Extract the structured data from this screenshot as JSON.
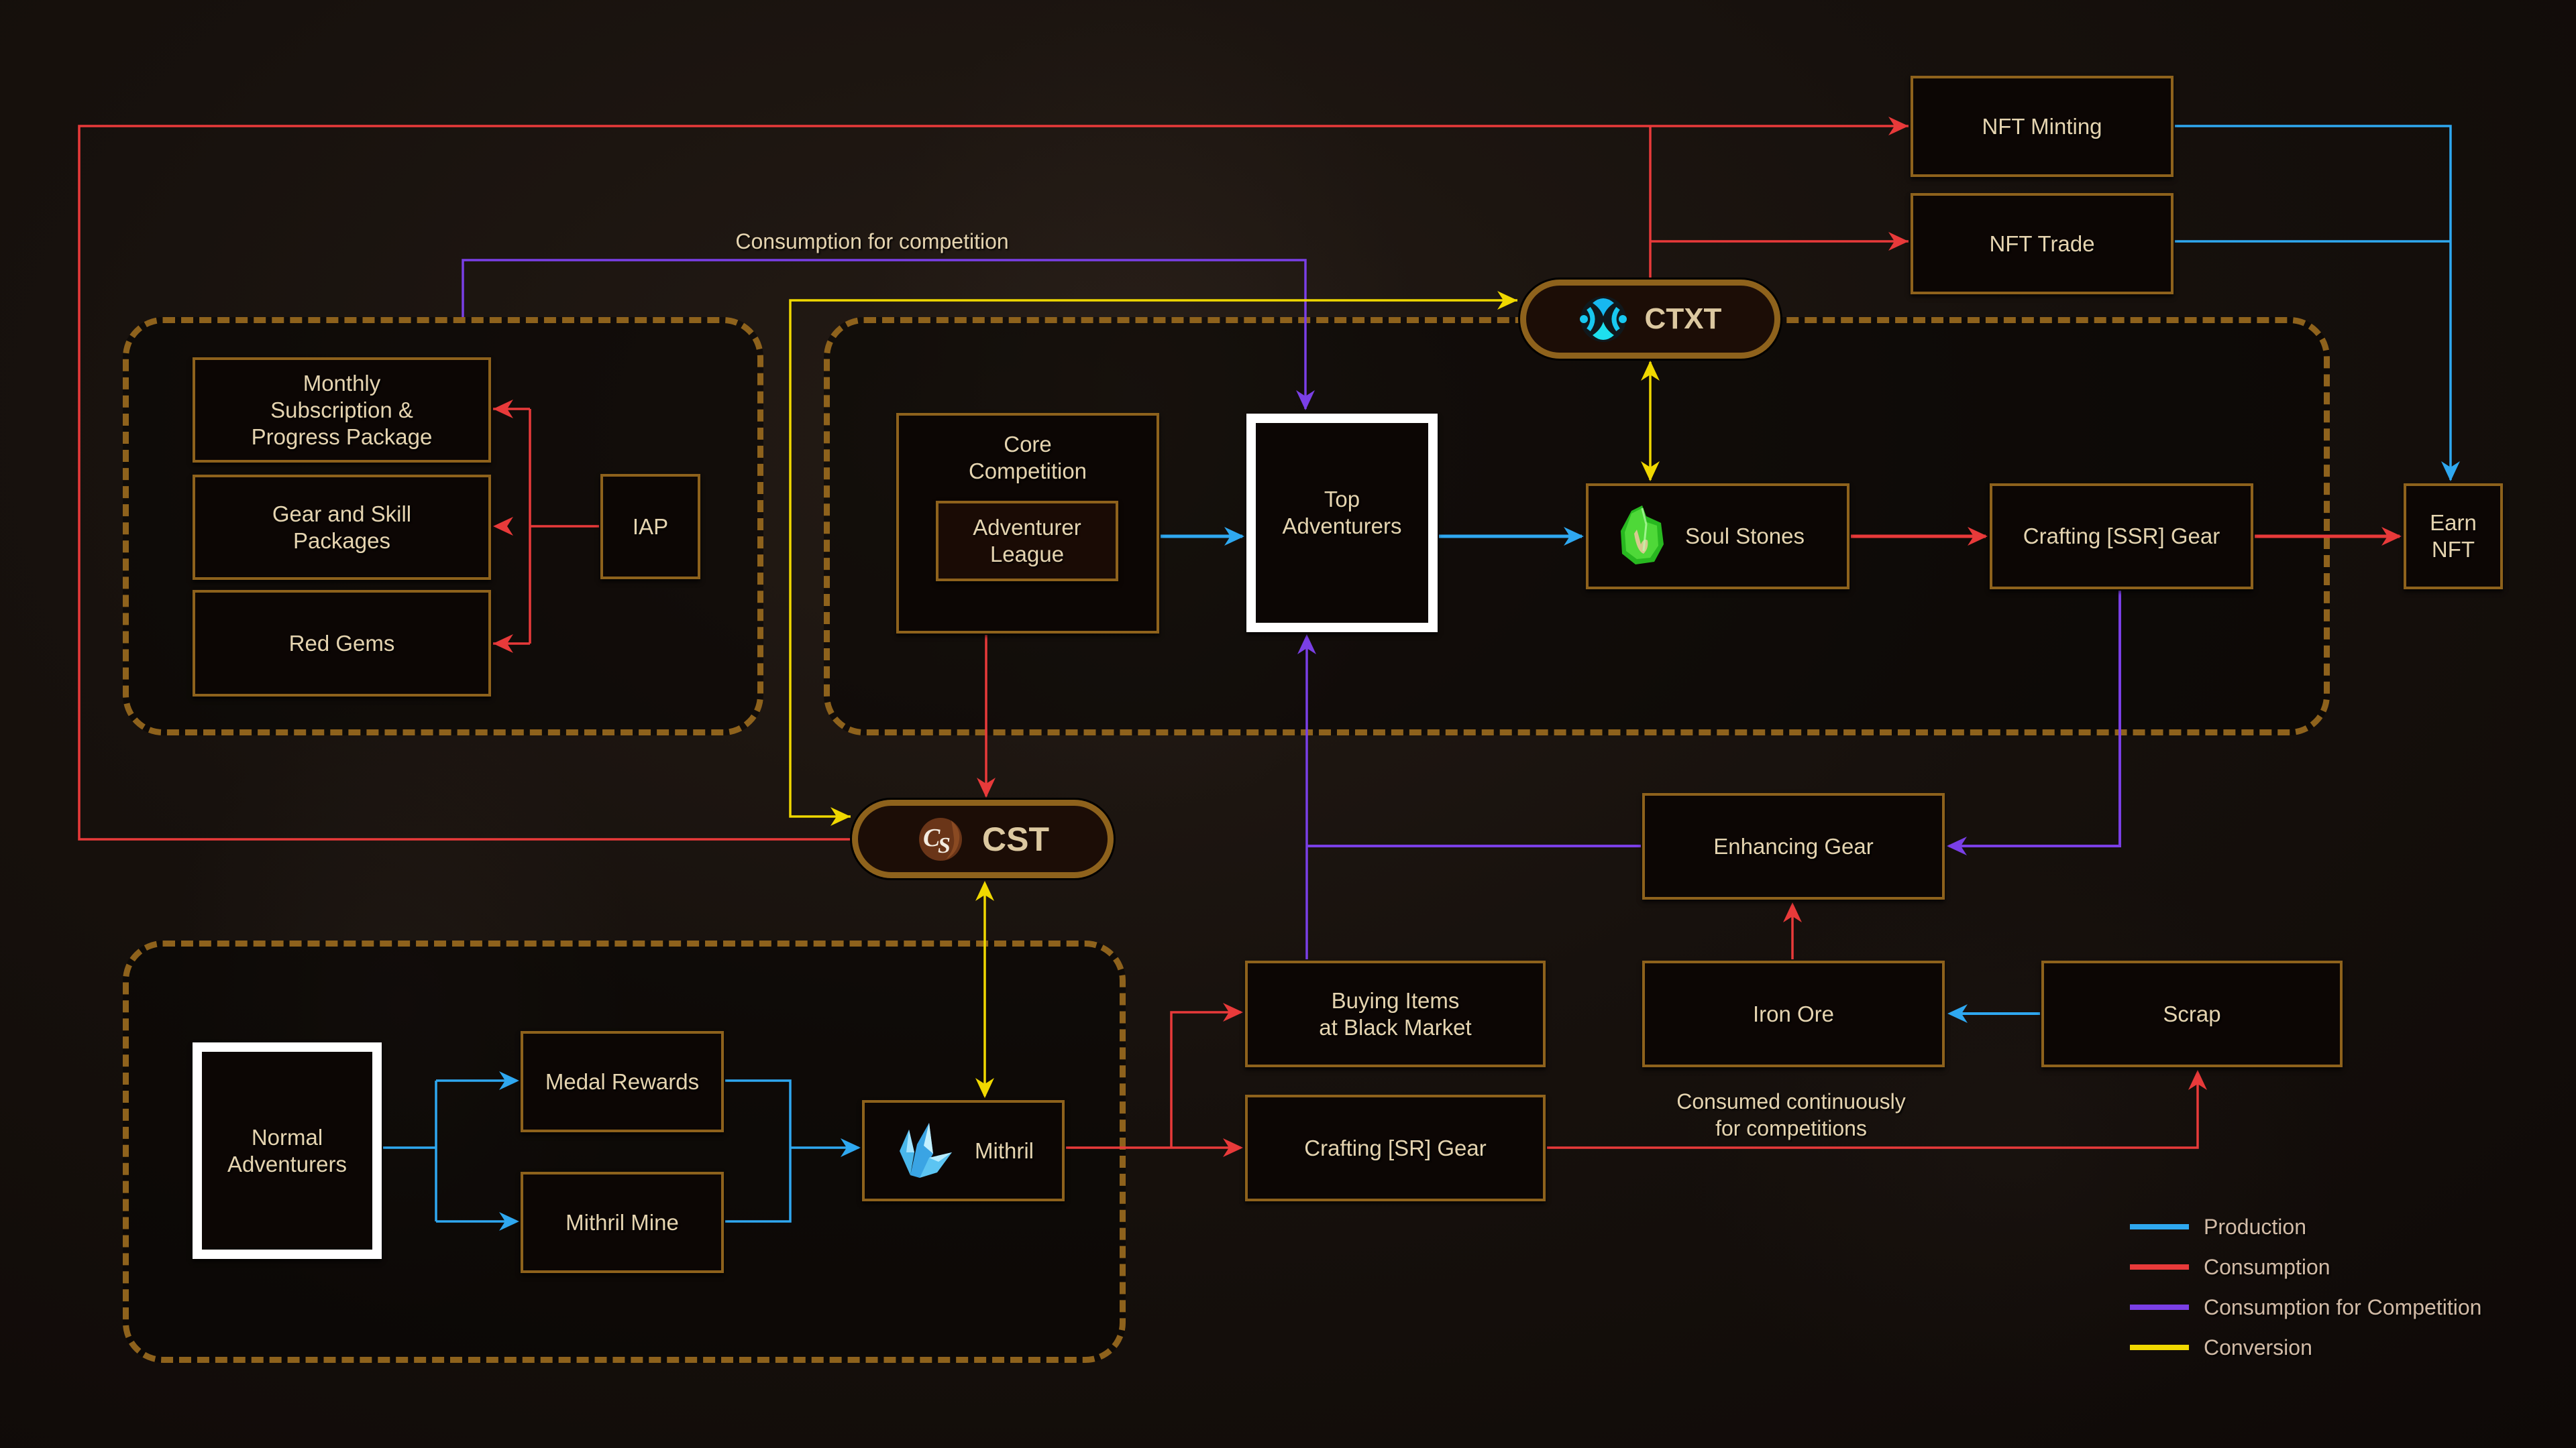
{
  "colors": {
    "production": "#2fa8f0",
    "consumption": "#e83a3a",
    "consumption_competition": "#7a3fe6",
    "conversion": "#f0d800",
    "group_border": "#8e621c"
  },
  "annotations": {
    "consumption_for_competition": "Consumption for competition",
    "consumed_continuously": "Consumed continuously\nfor competitions"
  },
  "tokens": {
    "ctxt": {
      "label": "CTXT",
      "icon": "ctxt-token-icon"
    },
    "cst": {
      "label": "CST",
      "icon": "cst-token-icon"
    }
  },
  "nodes": {
    "monthly_subscription": "Monthly\nSubscription &\nProgress Package",
    "gear_skill_packages": "Gear and Skill\nPackages",
    "red_gems": "Red Gems",
    "iap": "IAP",
    "core_competition": "Core\nCompetition",
    "adventurer_league": "Adventurer\nLeague",
    "top_adventurers": "Top\nAdventurers",
    "soul_stones": {
      "label": "Soul Stones",
      "icon": "soul-stone-icon"
    },
    "crafting_ssr": "Crafting [SSR] Gear",
    "earn_nft": "Earn\nNFT",
    "nft_minting": "NFT Minting",
    "nft_trade": "NFT Trade",
    "enhancing_gear": "Enhancing Gear",
    "buying_items": "Buying Items\nat Black Market",
    "iron_ore": "Iron Ore",
    "scrap": "Scrap",
    "crafting_sr": "Crafting [SR] Gear",
    "normal_adventurers": "Normal\nAdventurers",
    "medal_rewards": "Medal Rewards",
    "mithril_mine": "Mithril Mine",
    "mithril": {
      "label": "Mithril",
      "icon": "mithril-crystal-icon"
    }
  },
  "legend": [
    {
      "label": "Production",
      "type": "production"
    },
    {
      "label": "Consumption",
      "type": "consumption"
    },
    {
      "label": "Consumption for Competition",
      "type": "consumption_competition"
    },
    {
      "label": "Conversion",
      "type": "conversion"
    }
  ],
  "edges": [
    {
      "from": "iap",
      "to": "monthly_subscription",
      "type": "consumption"
    },
    {
      "from": "iap",
      "to": "gear_skill_packages",
      "type": "consumption"
    },
    {
      "from": "iap",
      "to": "red_gems",
      "type": "consumption"
    },
    {
      "from": "iap_group",
      "to": "top_adventurers",
      "type": "consumption_competition"
    },
    {
      "from": "core_competition",
      "to": "top_adventurers",
      "type": "production"
    },
    {
      "from": "top_adventurers",
      "to": "soul_stones",
      "type": "production"
    },
    {
      "from": "soul_stones",
      "to": "crafting_ssr",
      "type": "consumption"
    },
    {
      "from": "crafting_ssr",
      "to": "earn_nft",
      "type": "consumption"
    },
    {
      "from": "ctxt",
      "to": "soul_stones",
      "type": "conversion",
      "bidirectional": true
    },
    {
      "from": "ctxt",
      "to": "nft_minting",
      "type": "consumption"
    },
    {
      "from": "ctxt",
      "to": "nft_trade",
      "type": "consumption"
    },
    {
      "from": "cst",
      "to": "nft_minting",
      "type": "consumption"
    },
    {
      "from": "nft_minting",
      "to": "earn_nft",
      "type": "production"
    },
    {
      "from": "nft_trade",
      "to": "earn_nft",
      "type": "production"
    },
    {
      "from": "cst",
      "to": "ctxt",
      "type": "conversion"
    },
    {
      "from": "core_competition",
      "to": "cst",
      "type": "consumption"
    },
    {
      "from": "cst",
      "to": "mithril",
      "type": "conversion",
      "bidirectional": true
    },
    {
      "from": "normal_adventurers",
      "to": "medal_rewards",
      "type": "production"
    },
    {
      "from": "normal_adventurers",
      "to": "mithril_mine",
      "type": "production"
    },
    {
      "from": "medal_rewards",
      "to": "mithril",
      "type": "production"
    },
    {
      "from": "mithril_mine",
      "to": "mithril",
      "type": "production"
    },
    {
      "from": "mithril",
      "to": "buying_items",
      "type": "consumption"
    },
    {
      "from": "mithril",
      "to": "crafting_sr",
      "type": "consumption"
    },
    {
      "from": "crafting_sr",
      "to": "scrap",
      "type": "consumption"
    },
    {
      "from": "scrap",
      "to": "iron_ore",
      "type": "production"
    },
    {
      "from": "iron_ore",
      "to": "enhancing_gear",
      "type": "consumption"
    },
    {
      "from": "crafting_ssr",
      "to": "enhancing_gear",
      "type": "consumption_competition"
    },
    {
      "from": "buying_items",
      "to": "top_adventurers",
      "type": "consumption_competition"
    },
    {
      "from": "enhancing_gear",
      "to": "top_adventurers",
      "type": "consumption_competition"
    }
  ]
}
